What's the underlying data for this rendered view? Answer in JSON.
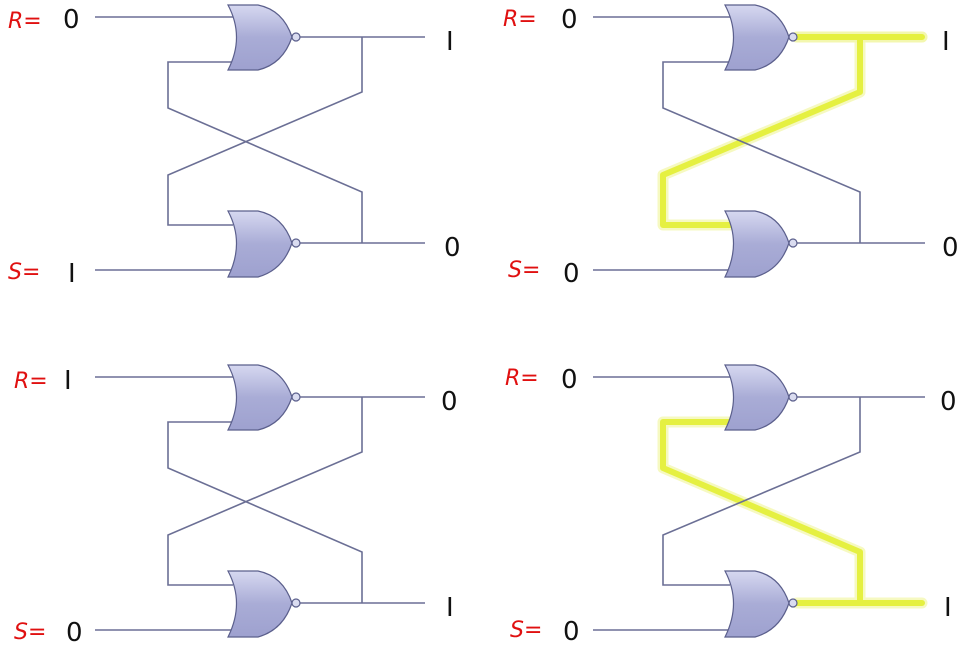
{
  "panels": [
    {
      "r_label": "R=",
      "r_value": "0",
      "s_label": "S=",
      "s_value": "I",
      "q_top": "I",
      "q_bottom": "0",
      "highlight": "none"
    },
    {
      "r_label": "R=",
      "r_value": "0",
      "s_label": "S=",
      "s_value": "0",
      "q_top": "I",
      "q_bottom": "0",
      "highlight": "top-feedback"
    },
    {
      "r_label": "R=",
      "r_value": "I",
      "s_label": "S=",
      "s_value": "0",
      "q_top": "0",
      "q_bottom": "I",
      "highlight": "none"
    },
    {
      "r_label": "R=",
      "r_value": "0",
      "s_label": "S=",
      "s_value": "0",
      "q_top": "0",
      "q_bottom": "I",
      "highlight": "bottom-feedback"
    }
  ],
  "colors": {
    "label": "#e01010",
    "wire": "#6b6f95",
    "highlight": "#e4ef3a",
    "gate": "#b9bbe0"
  }
}
